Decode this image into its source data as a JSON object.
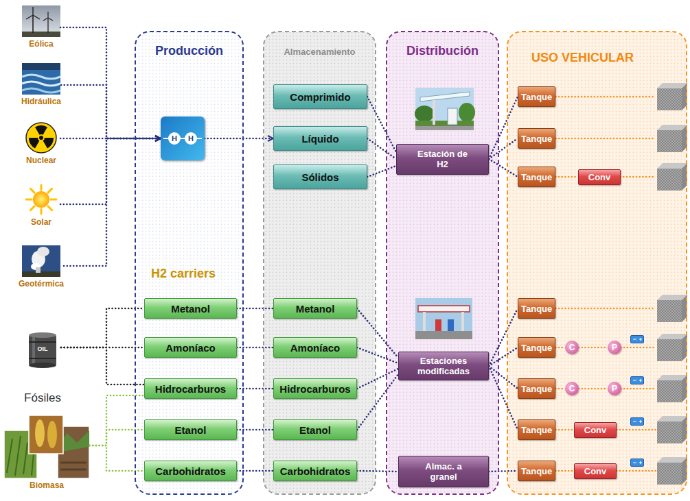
{
  "diagram": {
    "nodes": [
      {
        "text": [
          "Eólica"
        ]
      },
      {
        "text": [
          "Hidráulica"
        ]
      },
      {
        "text": [
          "Nuclear"
        ]
      },
      {
        "text": [
          "Solar"
        ]
      },
      {
        "text": [
          "Geotérmica"
        ]
      },
      {
        "text": [
          "OIL",
          "Fósiles"
        ]
      },
      {
        "text": [
          "Biomasa"
        ]
      },
      {
        "text": [
          "Producción",
          "H2 carriers"
        ]
      },
      {
        "text": [
          "H",
          "H"
        ],
        "in": 7
      },
      {
        "text": [
          "Metanol"
        ],
        "in": 7
      },
      {
        "text": [
          "Amoníaco"
        ],
        "in": 7
      },
      {
        "text": [
          "Hidrocarburos"
        ],
        "in": 7
      },
      {
        "text": [
          "Etanol"
        ],
        "in": 7
      },
      {
        "text": [
          "Carbohidratos"
        ],
        "in": 7
      },
      {
        "text": [
          "Almacenamiento"
        ]
      },
      {
        "text": [
          "Comprimido"
        ],
        "in": 14
      },
      {
        "text": [
          "Líquido"
        ],
        "in": 14
      },
      {
        "text": [
          "Sólidos"
        ],
        "in": 14
      },
      {
        "text": [
          "Metanol"
        ],
        "in": 14
      },
      {
        "text": [
          "Amoníaco"
        ],
        "in": 14
      },
      {
        "text": [
          "Hidrocarburos"
        ],
        "in": 14
      },
      {
        "text": [
          "Etanol"
        ],
        "in": 14
      },
      {
        "text": [
          "Carbohidratos"
        ],
        "in": 14
      },
      {
        "text": [
          "Distribución"
        ]
      },
      {
        "text": [
          "Estación de H2"
        ],
        "in": 23
      },
      {
        "text": [
          "Estaciones modificadas"
        ],
        "in": 23
      },
      {
        "text": [
          "Almac. a granel"
        ],
        "in": 23
      },
      {
        "text": [
          "USO VEHICULAR"
        ]
      },
      {
        "text": [
          "Tanque"
        ],
        "in": 27
      },
      {
        "text": [
          "Tanque"
        ],
        "in": 27
      },
      {
        "text": [
          "Tanque"
        ],
        "in": 27
      },
      {
        "text": [
          "Conv"
        ],
        "in": 27
      },
      {
        "text": [
          "Tanque"
        ],
        "in": 27
      },
      {
        "text": [
          "Tanque"
        ],
        "in": 27
      },
      {
        "text": [
          "C"
        ],
        "in": 27
      },
      {
        "text": [
          "P"
        ],
        "in": 27
      },
      {
        "text": [
          "Tanque"
        ],
        "in": 27
      },
      {
        "text": [
          "C"
        ],
        "in": 27
      },
      {
        "text": [
          "P"
        ],
        "in": 27
      },
      {
        "text": [
          "Tanque"
        ],
        "in": 27
      },
      {
        "text": [
          "Conv"
        ],
        "in": 27
      },
      {
        "text": [
          "Tanque"
        ],
        "in": 27
      },
      {
        "text": [
          "Conv"
        ],
        "in": 27
      }
    ],
    "edges": [
      {
        "from": 0,
        "to": 8,
        "arrow": "to"
      },
      {
        "from": 1,
        "to": 8,
        "arrow": "to"
      },
      {
        "from": 2,
        "to": 8,
        "arrow": "to"
      },
      {
        "from": 3,
        "to": 8,
        "arrow": "to"
      },
      {
        "from": 4,
        "to": 8,
        "arrow": "to"
      },
      {
        "from": 8,
        "to": 16,
        "arrow": "to"
      },
      {
        "from": 5,
        "to": 9,
        "arrow": "none"
      },
      {
        "from": 5,
        "to": 10,
        "arrow": "none"
      },
      {
        "from": 5,
        "to": 11,
        "arrow": "none"
      },
      {
        "from": 6,
        "to": 11,
        "arrow": "none"
      },
      {
        "from": 6,
        "to": 12,
        "arrow": "none"
      },
      {
        "from": 6,
        "to": 13,
        "arrow": "none"
      },
      {
        "from": 9,
        "to": 18,
        "arrow": "none"
      },
      {
        "from": 10,
        "to": 19,
        "arrow": "none"
      },
      {
        "from": 11,
        "to": 20,
        "arrow": "none"
      },
      {
        "from": 12,
        "to": 21,
        "arrow": "none"
      },
      {
        "from": 13,
        "to": 22,
        "arrow": "none"
      },
      {
        "from": 15,
        "to": 24,
        "arrow": "none"
      },
      {
        "from": 16,
        "to": 24,
        "arrow": "none"
      },
      {
        "from": 17,
        "to": 24,
        "arrow": "none"
      },
      {
        "from": 18,
        "to": 25,
        "arrow": "none"
      },
      {
        "from": 19,
        "to": 25,
        "arrow": "none"
      },
      {
        "from": 20,
        "to": 25,
        "arrow": "none"
      },
      {
        "from": 21,
        "to": 25,
        "arrow": "none"
      },
      {
        "from": 22,
        "to": 26,
        "arrow": "none"
      },
      {
        "from": 24,
        "to": 28,
        "arrow": "none"
      },
      {
        "from": 24,
        "to": 29,
        "arrow": "none"
      },
      {
        "from": 24,
        "to": 30,
        "arrow": "none"
      },
      {
        "from": 30,
        "to": 31,
        "arrow": "none"
      },
      {
        "from": 25,
        "to": 32,
        "arrow": "none"
      },
      {
        "from": 25,
        "to": 33,
        "arrow": "none"
      },
      {
        "from": 25,
        "to": 36,
        "arrow": "none"
      },
      {
        "from": 25,
        "to": 39,
        "arrow": "none"
      },
      {
        "from": 26,
        "to": 41,
        "arrow": "none"
      },
      {
        "from": 33,
        "to": 34,
        "arrow": "none"
      },
      {
        "from": 34,
        "to": 35,
        "arrow": "none"
      },
      {
        "from": 36,
        "to": 37,
        "arrow": "none"
      },
      {
        "from": 37,
        "to": 38,
        "arrow": "none"
      },
      {
        "from": 39,
        "to": 40,
        "arrow": "none"
      },
      {
        "from": 41,
        "to": 42,
        "arrow": "none"
      }
    ]
  }
}
